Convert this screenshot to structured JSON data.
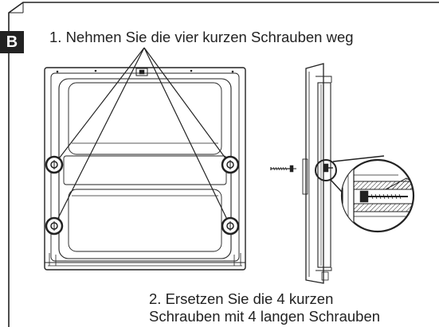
{
  "badge": {
    "label": "B",
    "color": "#222222"
  },
  "steps": {
    "step1": "1. Nehmen Sie die vier kurzen Schrauben weg",
    "step2_line1": "2. Ersetzen Sie die 4 kurzen",
    "step2_line2": "Schrauben mit 4 langen Schrauben"
  },
  "colors": {
    "line": "#222222",
    "fill": "#ffffff"
  },
  "icons": [
    "screw-hole-icon",
    "long-screw-icon",
    "magnifier-detail-icon"
  ]
}
